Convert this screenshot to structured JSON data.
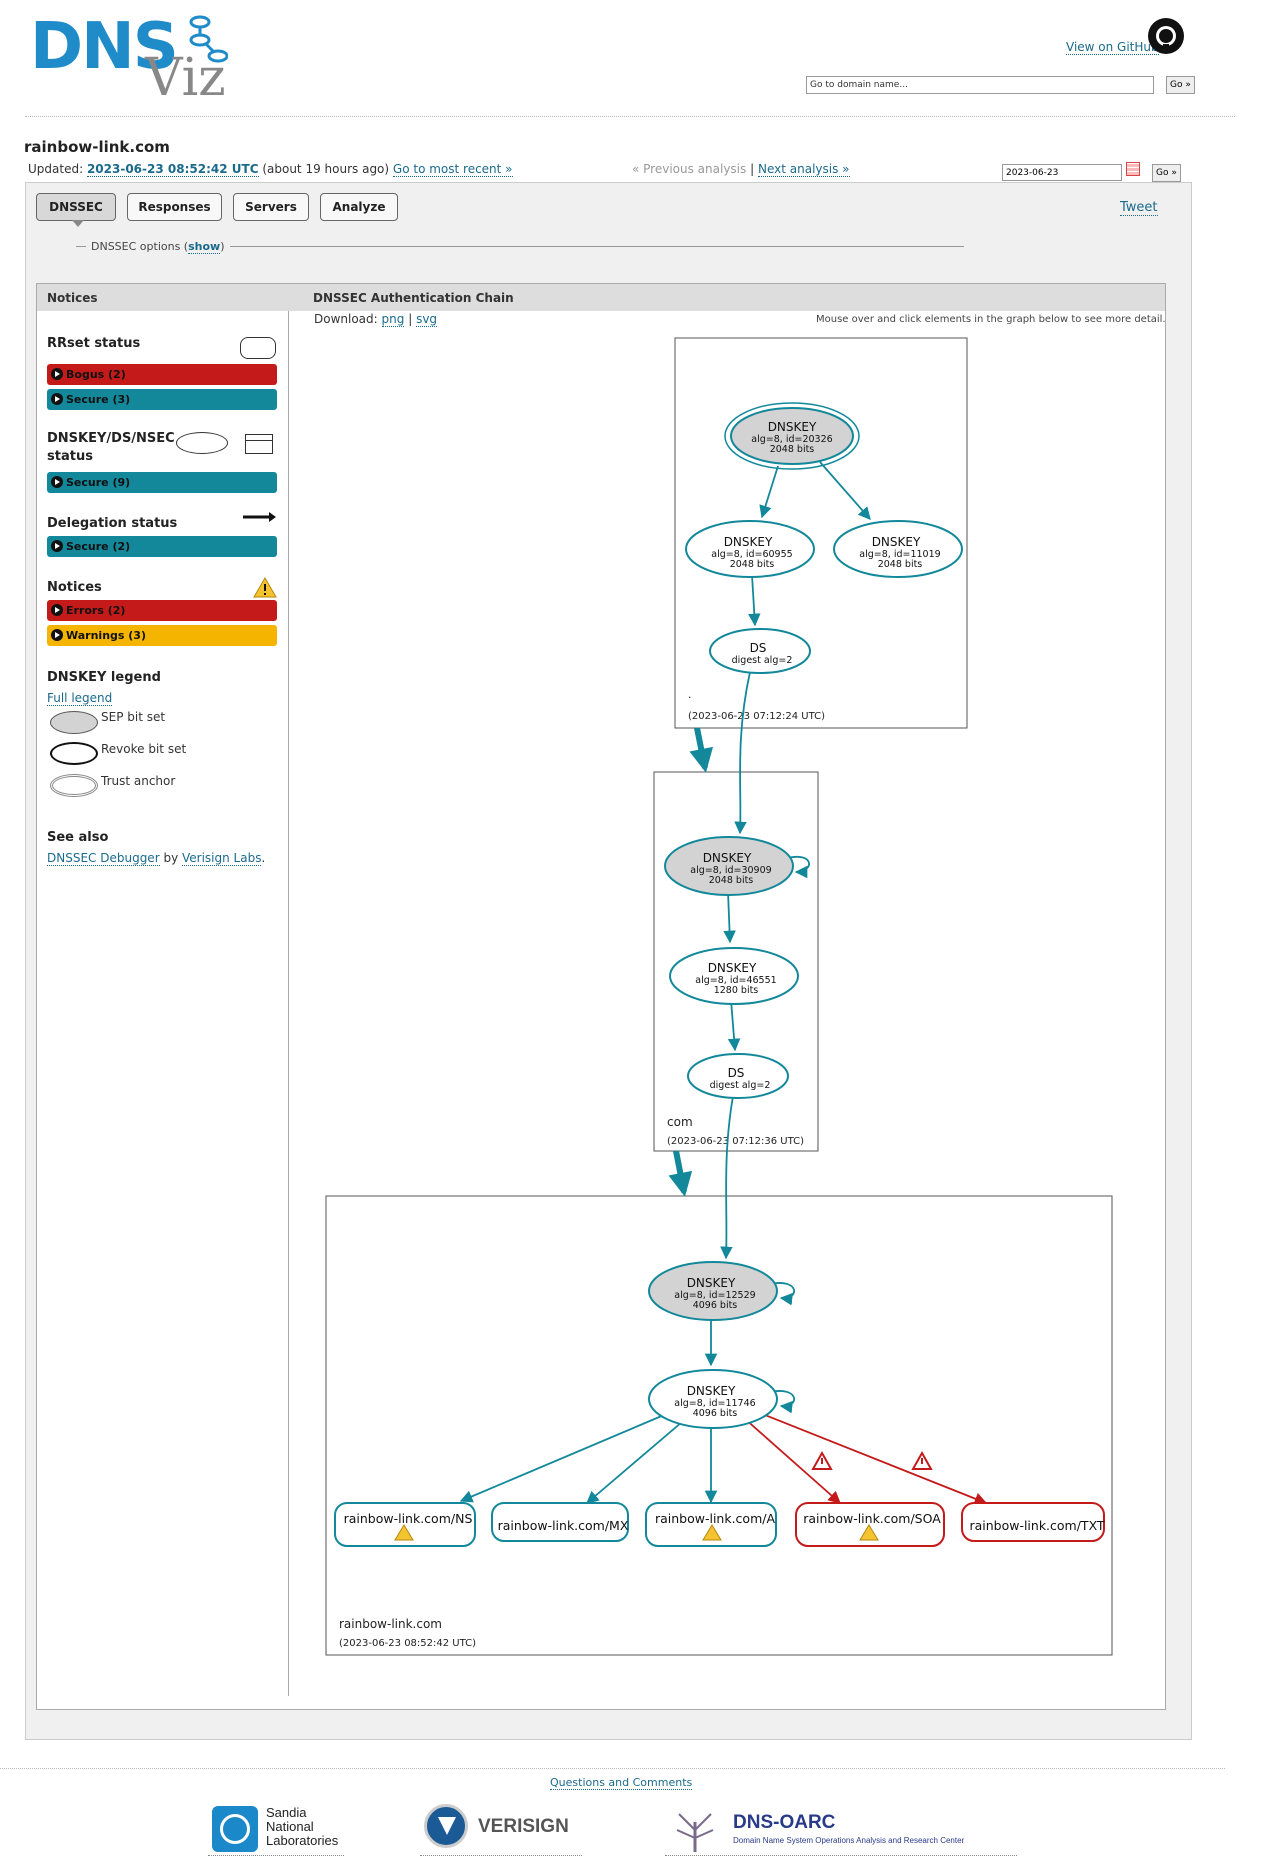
{
  "header": {
    "logo_dns": "DNS",
    "logo_viz": "Viz",
    "github_link": "View on GitHub",
    "search_placeholder": "Go to domain name...",
    "search_go": "Go »"
  },
  "analysis": {
    "domain": "rainbow-link.com",
    "updated_label": "Updated:",
    "updated_time": "2023-06-23 08:52:42 UTC",
    "relative": "(about 19 hours ago)",
    "most_recent": "Go to most recent »",
    "previous": "« Previous analysis",
    "separator": "|",
    "next": "Next analysis »",
    "date_value": "2023-06-23",
    "date_go": "Go »"
  },
  "tabs": [
    {
      "label": "DNSSEC"
    },
    {
      "label": "Responses"
    },
    {
      "label": "Servers"
    },
    {
      "label": "Analyze"
    }
  ],
  "tweet": "Tweet",
  "options": {
    "label": "DNSSEC options (",
    "show": "show",
    "close": ")"
  },
  "notices_panel": {
    "title": "Notices",
    "rrset_status": "RRset status",
    "rrset_badges": [
      {
        "label": "Bogus (2)",
        "color": "#c41a1a"
      },
      {
        "label": "Secure (3)",
        "color": "#12889a"
      }
    ],
    "dnskey_status": "DNSKEY/DS/NSEC status",
    "dnskey_badges": [
      {
        "label": "Secure (9)",
        "color": "#12889a"
      }
    ],
    "delegation_status": "Delegation status",
    "delegation_badges": [
      {
        "label": "Secure (2)",
        "color": "#12889a"
      }
    ],
    "notices": "Notices",
    "notice_badges": [
      {
        "label": "Errors (2)",
        "color": "#c41a1a"
      },
      {
        "label": "Warnings (3)",
        "color": "#f4b400"
      }
    ],
    "dnskey_legend": "DNSKEY legend",
    "full_legend": "Full legend",
    "sep_bit": "SEP bit set",
    "revoke_bit": "Revoke bit set",
    "trust_anchor": "Trust anchor",
    "see_also": "See also",
    "debugger": "DNSSEC Debugger",
    "by": "by",
    "verisign_labs": "Verisign Labs",
    "period": "."
  },
  "chain_panel": {
    "title": "DNSSEC Authentication Chain",
    "download": "Download:",
    "png": "png",
    "svg": "svg",
    "hint": "Mouse over and click elements in the graph below to see more detail."
  },
  "graph": {
    "root_zone": {
      "name": ".",
      "time": "(2023-06-23 07:12:24 UTC)"
    },
    "com_zone": {
      "name": "com",
      "time": "(2023-06-23 07:12:36 UTC)"
    },
    "domain_zone": {
      "name": "rainbow-link.com",
      "time": "(2023-06-23 08:52:42 UTC)"
    },
    "nodes": [
      {
        "title": "DNSKEY",
        "l1": "alg=8, id=20326",
        "l2": "2048 bits"
      },
      {
        "title": "DNSKEY",
        "l1": "alg=8, id=60955",
        "l2": "2048 bits"
      },
      {
        "title": "DNSKEY",
        "l1": "alg=8, id=11019",
        "l2": "2048 bits"
      },
      {
        "title": "DS",
        "l1": "digest alg=2",
        "l2": ""
      },
      {
        "title": "DNSKEY",
        "l1": "alg=8, id=30909",
        "l2": "2048 bits"
      },
      {
        "title": "DNSKEY",
        "l1": "alg=8, id=46551",
        "l2": "1280 bits"
      },
      {
        "title": "DS",
        "l1": "digest alg=2",
        "l2": ""
      },
      {
        "title": "DNSKEY",
        "l1": "alg=8, id=12529",
        "l2": "4096 bits"
      },
      {
        "title": "DNSKEY",
        "l1": "alg=8, id=11746",
        "l2": "4096 bits"
      }
    ],
    "rrsets": [
      {
        "label": "rainbow-link.com/NS",
        "status": "secure",
        "warning": true
      },
      {
        "label": "rainbow-link.com/MX",
        "status": "secure",
        "warning": false
      },
      {
        "label": "rainbow-link.com/A",
        "status": "secure",
        "warning": true
      },
      {
        "label": "rainbow-link.com/SOA",
        "status": "bogus",
        "warning": true
      },
      {
        "label": "rainbow-link.com/TXT",
        "status": "bogus",
        "warning": false
      }
    ],
    "colors": {
      "secure": "#12889a",
      "bogus": "#c41a1a",
      "sep_fill": "#d3d3d3"
    }
  },
  "footer": {
    "questions": "Questions and Comments",
    "sandia": [
      "Sandia",
      "National",
      "Laboratories"
    ],
    "verisign": "VERISIGN",
    "oarc": "DNS-OARC",
    "oarc_sub": "Domain Name System Operations Analysis and Research Center"
  }
}
